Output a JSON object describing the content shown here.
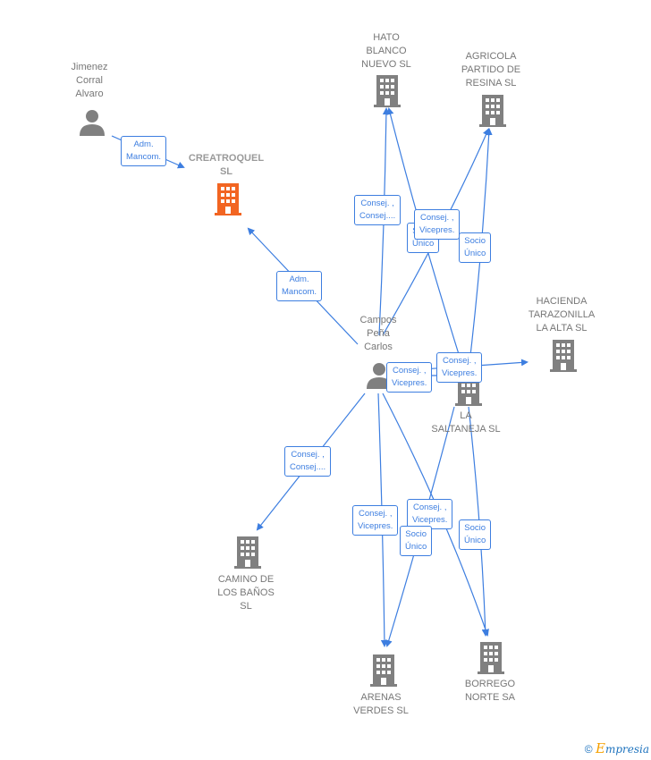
{
  "colors": {
    "edge": "#3d7ee0",
    "node": "#808080",
    "focus": "#f26522"
  },
  "nodes": {
    "jimenez": {
      "label": "Jimenez\nCorral\nAlvaro",
      "icon": "person-icon"
    },
    "creatroquel": {
      "label": "CREATROQUEL\nSL",
      "icon": "building-icon"
    },
    "hato": {
      "label": "HATO\nBLANCO\nNUEVO SL",
      "icon": "building-icon"
    },
    "agricola": {
      "label": "AGRICOLA\nPARTIDO DE\nRESINA  SL",
      "icon": "building-icon"
    },
    "campos": {
      "label": "Campos\nPeña\nCarlos",
      "icon": "person-icon"
    },
    "hacienda": {
      "label": "HACIENDA\nTARAZONILLA\nLA ALTA SL",
      "icon": "building-icon"
    },
    "saltaneja": {
      "label": "LA\nSALTANEJA  SL",
      "icon": "building-icon"
    },
    "camino": {
      "label": "CAMINO DE\nLOS BAÑOS\nSL",
      "icon": "building-icon"
    },
    "arenas": {
      "label": "ARENAS\nVERDES SL",
      "icon": "building-icon"
    },
    "borrego": {
      "label": "BORREGO\nNORTE SA",
      "icon": "building-icon"
    }
  },
  "edge_labels": {
    "jimenez_creatroquel": "Adm.\nMancom.",
    "campos_creatroquel": "Adm.\nMancom.",
    "campos_hato": "Consej. ,\nConsej....",
    "saltaneja_hato": "Socio\nÚnico",
    "campos_agricola": "Consej. ,\nVicepres.",
    "saltaneja_agricola": "Socio\nÚnico",
    "campos_hacienda": "Consej. ,\nVicepres.",
    "campos_saltaneja": "Consej. ,\nVicepres.",
    "campos_camino": "Consej. ,\nConsej....",
    "campos_arenas": "Consej. ,\nVicepres.",
    "campos_borrego": "Consej. ,\nVicepres.",
    "saltaneja_arenas": "Socio\nÚnico",
    "saltaneja_borrego": "Socio\nÚnico"
  },
  "footer": {
    "copyright": "©",
    "brand_initial": "E",
    "brand_rest": "mpresia"
  }
}
